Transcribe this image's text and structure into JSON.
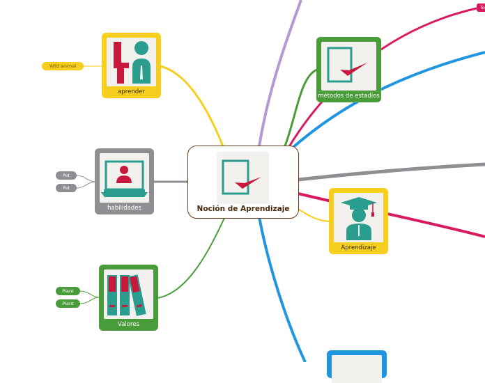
{
  "central": {
    "title": "Noción de Aprendizaje",
    "icon": "checkbox-check-icon"
  },
  "branches": {
    "aprender": {
      "label": "aprender",
      "icon": "person-silhouette-icon",
      "color": "#f6cf1e"
    },
    "habilidades": {
      "label": "habilidades",
      "icon": "laptop-user-icon",
      "color": "#8e8e93"
    },
    "valores": {
      "label": "Valores",
      "icon": "binders-icon",
      "color": "#4a9b3a"
    },
    "metodos": {
      "label": "métodos de estadios",
      "icon": "checkbox-check-icon",
      "color": "#4a9b3a"
    },
    "aprendizaje": {
      "label": "Aprendizaje",
      "icon": "graduate-icon",
      "color": "#f6cf1e"
    }
  },
  "tags": {
    "wild_animal": "Wild animal",
    "pet_1": "Pet",
    "pet_2": "Pet",
    "plant_1": "Plant",
    "plant_2": "Plant",
    "corner": "To"
  },
  "colors": {
    "teal": "#2a9d8f",
    "crimson": "#c8193c",
    "pink": "#d81b60",
    "blue": "#2196e0",
    "purple": "#b39ad2",
    "gray": "#8e8e93"
  }
}
